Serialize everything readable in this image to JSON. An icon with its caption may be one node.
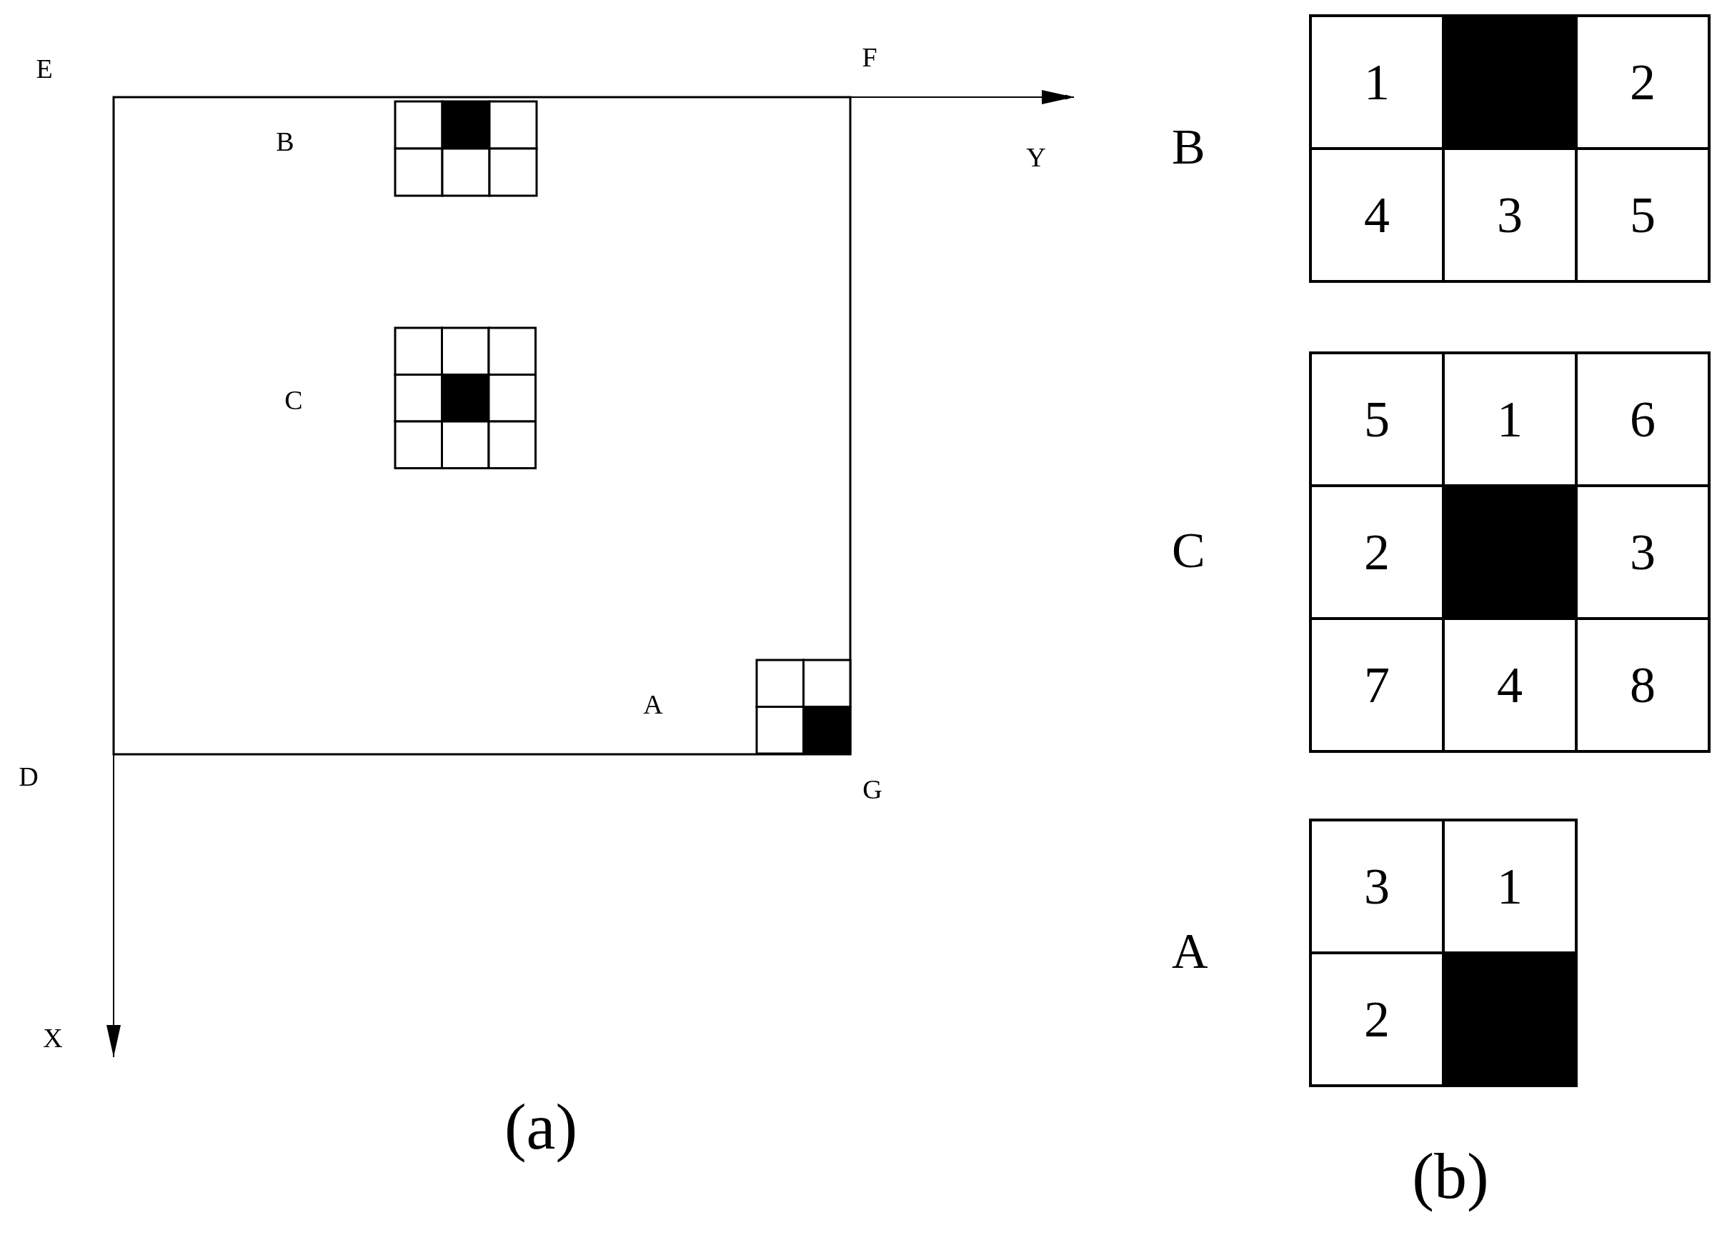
{
  "diagram": {
    "nodes": [
      {
        "text": [
          "B"
        ]
      },
      {
        "text": [
          "1"
        ],
        "in": 0
      },
      {
        "text": [],
        "shape": "box",
        "in": 0
      },
      {
        "text": [
          "2"
        ],
        "in": 0
      },
      {
        "text": [
          "4"
        ],
        "in": 0
      },
      {
        "text": [
          "3"
        ],
        "in": 0
      },
      {
        "text": [
          "5"
        ],
        "in": 0
      },
      {
        "text": [
          "C"
        ]
      },
      {
        "text": [
          "5"
        ],
        "in": 7
      },
      {
        "text": [
          "1"
        ],
        "in": 7
      },
      {
        "text": [
          "6"
        ],
        "in": 7
      },
      {
        "text": [
          "2"
        ],
        "in": 7
      },
      {
        "text": [],
        "shape": "box",
        "in": 7
      },
      {
        "text": [
          "3"
        ],
        "in": 7
      },
      {
        "text": [
          "7"
        ],
        "in": 7
      },
      {
        "text": [
          "4"
        ],
        "in": 7
      },
      {
        "text": [
          "8"
        ],
        "in": 7
      },
      {
        "text": [
          "A"
        ]
      },
      {
        "text": [
          "3"
        ],
        "in": 17
      },
      {
        "text": [
          "1"
        ],
        "in": 17
      },
      {
        "text": [
          "2"
        ],
        "in": 17
      },
      {
        "text": [],
        "shape": "box",
        "in": 17
      }
    ],
    "edges": [],
    "labels": [
      "E",
      "F",
      "B",
      "Y",
      "C",
      "A",
      "D",
      "G",
      "X",
      "(a)",
      "(b)"
    ]
  }
}
